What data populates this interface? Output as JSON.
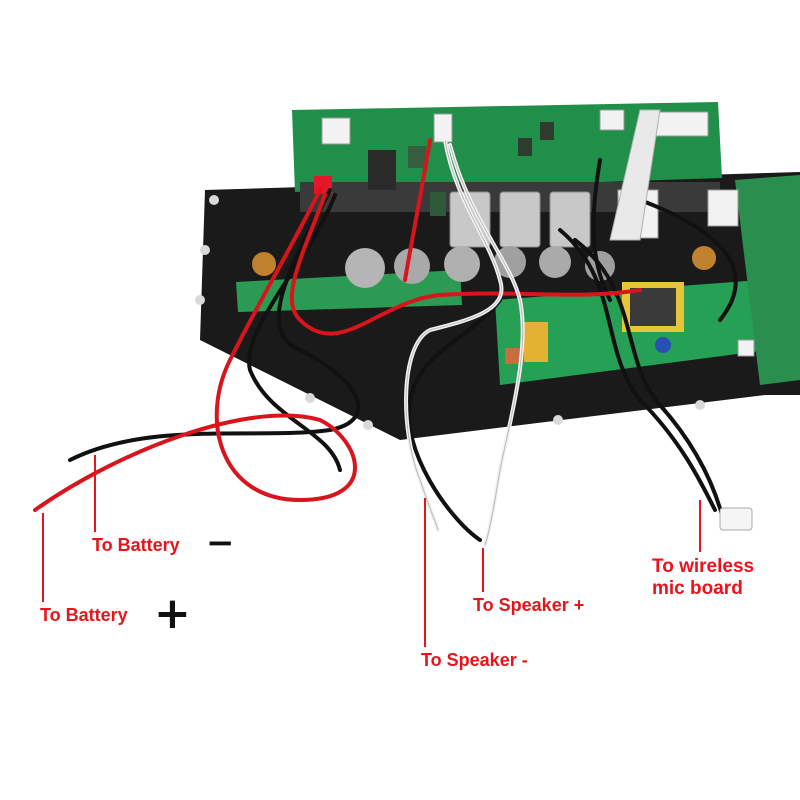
{
  "labels": {
    "battery_negative": "To Battery",
    "battery_negative_sign": "−",
    "battery_positive": "To Battery",
    "battery_positive_sign": "+",
    "speaker_positive": "To Speaker +",
    "speaker_negative": "To Speaker -",
    "wireless_mic_line1": "To wireless",
    "wireless_mic_line2": "mic board"
  },
  "colors": {
    "label_red": "#e8141c",
    "pcb_green": "#1f8f4a",
    "chassis": "#1a1a1a",
    "wire_red": "#d8141c",
    "wire_black": "#111111",
    "wire_white": "#f2f2f2"
  }
}
